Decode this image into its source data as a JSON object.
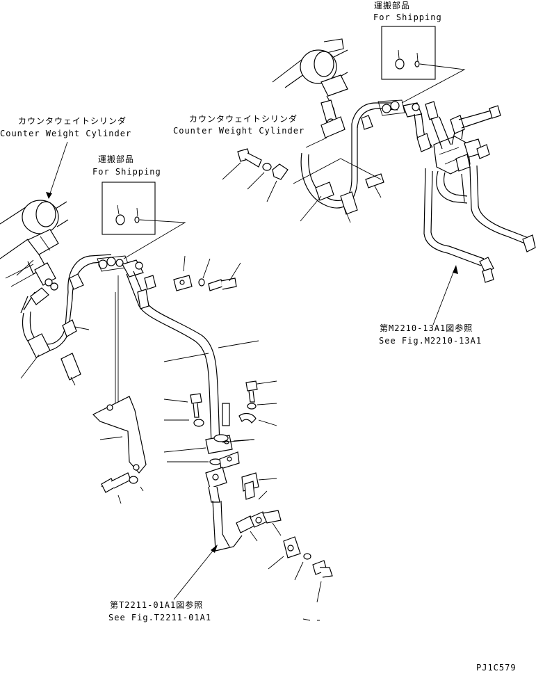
{
  "callouts": {
    "shipping_top": {
      "jp": "運搬部品",
      "en": "For Shipping"
    },
    "shipping_left": {
      "jp": "運搬部品",
      "en": "For Shipping"
    },
    "cylinder_left": {
      "jp": "カウンタウェイトシリンダ",
      "en": "Counter Weight Cylinder"
    },
    "cylinder_right": {
      "jp": "カウンタウェイトシリンダ",
      "en": "Counter Weight Cylinder"
    },
    "ref_right": {
      "jp": "第M2210-13A1図参照",
      "en": "See Fig.M2210-13A1"
    },
    "ref_bottom": {
      "jp": "第T2211-01A1図参照",
      "en": "See Fig.T2211-01A1"
    }
  },
  "drawing_code": "PJ1C579"
}
